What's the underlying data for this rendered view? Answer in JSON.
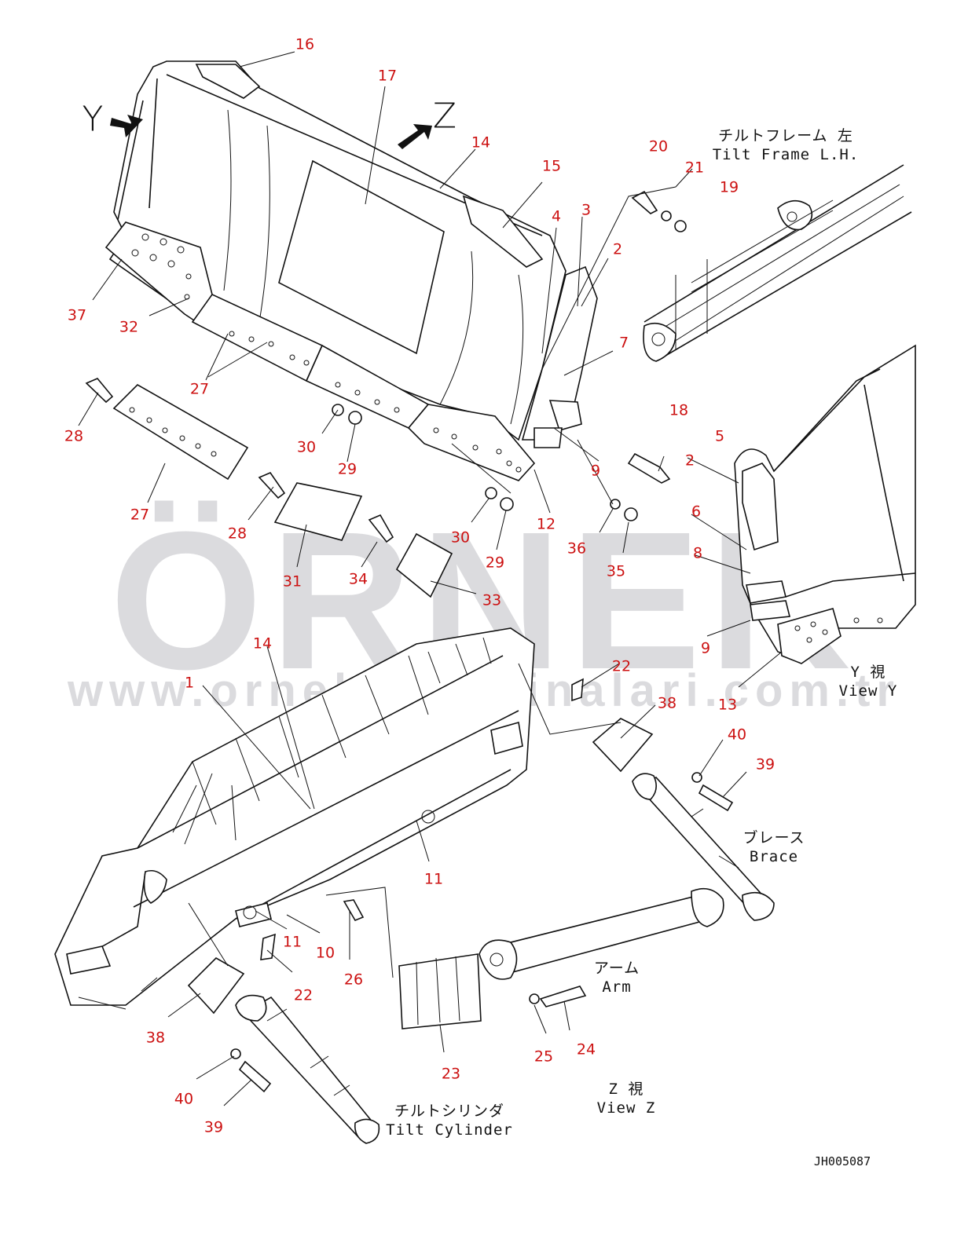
{
  "view_labels": {
    "y_marker": "Y",
    "z_marker": "Z",
    "view_y_jp": "Y 視",
    "view_y_en": "View Y",
    "view_z_jp": "Z 視",
    "view_z_en": "View Z"
  },
  "captions": {
    "tilt_frame_jp": "チルトフレーム 左",
    "tilt_frame_en": "Tilt Frame L.H.",
    "brace_jp": "ブレース",
    "brace_en": "Brace",
    "arm_jp": "アーム",
    "arm_en": "Arm",
    "tilt_cylinder_jp": "チルトシリンダ",
    "tilt_cylinder_en": "Tilt Cylinder"
  },
  "drawing_code": "JH005087",
  "watermark": {
    "logo": "ÖRNEK",
    "url": "www.ornekismakinalari.com.tr"
  },
  "part_numbers": {
    "n1": "1",
    "n2a": "2",
    "n2b": "2",
    "n3": "3",
    "n4": "4",
    "n5": "5",
    "n6": "6",
    "n7": "7",
    "n8": "8",
    "n9a": "9",
    "n9b": "9",
    "n10": "10",
    "n11a": "11",
    "n11b": "11",
    "n12": "12",
    "n13": "13",
    "n14a": "14",
    "n14b": "14",
    "n15": "15",
    "n16": "16",
    "n17": "17",
    "n18": "18",
    "n19": "19",
    "n20": "20",
    "n21": "21",
    "n22a": "22",
    "n22b": "22",
    "n23": "23",
    "n24": "24",
    "n25": "25",
    "n26": "26",
    "n27a": "27",
    "n27b": "27",
    "n28a": "28",
    "n28b": "28",
    "n29a": "29",
    "n29b": "29",
    "n30a": "30",
    "n30b": "30",
    "n31": "31",
    "n32": "32",
    "n33": "33",
    "n34": "34",
    "n35": "35",
    "n36": "36",
    "n37": "37",
    "n38a": "38",
    "n38b": "38",
    "n39a": "39",
    "n39b": "39",
    "n40a": "40",
    "n40b": "40"
  }
}
